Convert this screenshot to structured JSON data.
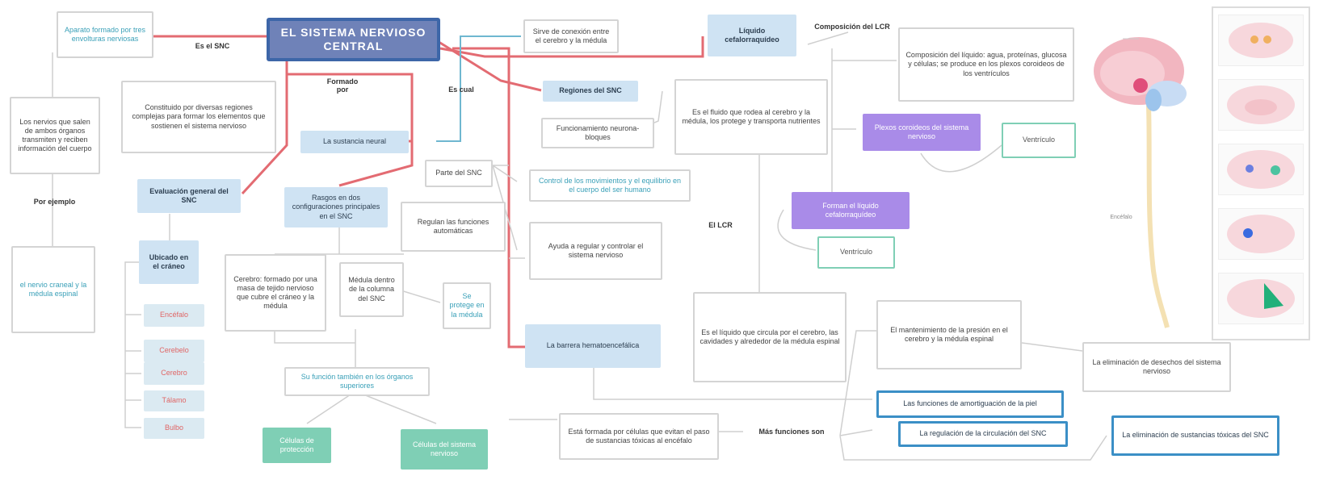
{
  "nodes": {
    "title": "EL SISTEMA NERVIOSO CENTRAL",
    "top_left": "Aparato formado por tres envolturas nerviosas",
    "left_text": "Los nervios que salen de ambos órganos transmiten y reciben información del cuerpo",
    "left_blue": "el nervio craneal y la médula espinal",
    "formado_por_box": "Constituido por diversas regiones complejas para formar los elementos que sostienen el sistema nervioso",
    "evaluacion": "Evaluación general del SNC",
    "neuro_blue": "La sustancia neural",
    "rasgos": "Rasgos en dos configuraciones principales en el SNC",
    "ubicado": "Ubicado en el cráneo",
    "cerebro_box": "Cerebro: formado por una masa de tejido nervioso que cubre el cráneo y la médula",
    "medula_box": "Médula dentro de la columna del SNC",
    "se_protege": "Se protege en la médula",
    "bottom_center": "Su función también en los órganos superiores",
    "green_left": "Células de protección",
    "green_right": "Células del sistema nervioso",
    "top_center_box": "Sirve de conexión entre el cerebro y la médula",
    "regiones": "Regiones del SNC",
    "funcionamiento": "Funcionamiento neurona-bloques",
    "med_teal": "Control de los movimientos y el equilibrio en el cuerpo del ser humano",
    "menor_box": "Parte del SNC",
    "regulan": "Regulan las funciones automáticas",
    "ayuda": "Ayuda a regular y controlar el sistema nervioso",
    "barrera": "La barrera hematoencefálica",
    "bottom_mid": "Está formada por células que evitan el paso de sustancias tóxicas al encéfalo",
    "liquido": "Líquido cefalorraquídeo",
    "center_text": "Es el fluido que rodea al cerebro y la médula, los protege y transporta nutrientes",
    "center_low": "Es el líquido que circula por el cerebro, las cavidades y alrededor de la médula espinal",
    "right_box": "Composición del líquido: agua, proteínas, glucosa y células; se produce en los plexos coroideos de los ventrículos",
    "lav_top": "Plexos coroideos del sistema nervioso",
    "lav_mid": "Forman el líquido cefalorraquídeo",
    "ventr1": "Ventrículo",
    "ventr2": "Ventrículo",
    "right_mid": "El mantenimiento de la presión en el cerebro y la médula espinal",
    "right_bottom_box": "La eliminación de desechos del sistema nervioso",
    "hl1": "Las funciones de amortiguación de la piel",
    "hl2": "La regulación de la circulación del SNC",
    "hl3": "La eliminación de sustancias tóxicas del SNC",
    "pink": [
      "Encéfalo",
      "Cerebelo",
      "Cerebro",
      "Tálamo",
      "Bulbo"
    ],
    "brain_label": "Encéfalo"
  },
  "link_labels": {
    "esta": "Es el SNC",
    "formado": "Formado por",
    "es_cual": "Es cual",
    "ejemplo": "Por ejemplo",
    "composicion": "Composición del LCR",
    "lcr": "El LCR",
    "mas": "Más funciones son"
  },
  "colors": {
    "title_bg": "#6f82b8",
    "title_border": "#3d66a8",
    "link_red": "#e36b72",
    "link_teal": "#6fb7d0",
    "node_blue": "#cfe3f3",
    "node_lavender": "#a98be8",
    "node_green": "#7fcfb5",
    "highlight": "#3b8fc6"
  }
}
